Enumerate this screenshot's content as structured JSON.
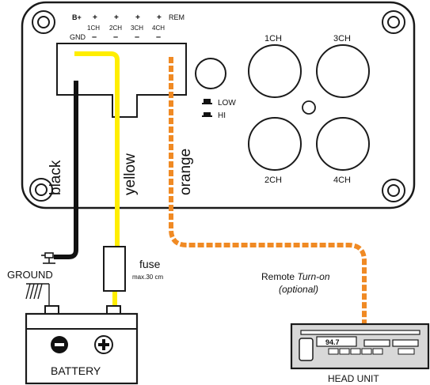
{
  "terminals": {
    "top_row": [
      "B+",
      "+",
      "+",
      "+",
      "+",
      "REM"
    ],
    "channels": [
      "1CH",
      "2CH",
      "3CH",
      "4CH"
    ],
    "gnd": "GND",
    "minus": "–"
  },
  "switch": {
    "low": "LOW",
    "hi": "HI"
  },
  "speakers": [
    "1CH",
    "3CH",
    "2CH",
    "4CH"
  ],
  "wires": {
    "black": "black",
    "yellow": "yellow",
    "orange": "orange"
  },
  "fuse": {
    "label": "fuse",
    "note": "max.30 cm"
  },
  "ground": {
    "label": "GROUND"
  },
  "battery": {
    "label": "BATTERY",
    "neg_symbol": "–",
    "pos_symbol": "+"
  },
  "remote": {
    "line1": "Remote",
    "line1_em": "Turn-on",
    "line2": "(optional)"
  },
  "head_unit": {
    "label": "HEAD UNIT",
    "display": "94.7"
  },
  "colors": {
    "black_wire": "#111111",
    "yellow_wire": "#ffee00",
    "orange_wire": "#f08a24",
    "outline": "#1a1a1a",
    "unit_fill": "#d8d8d8"
  }
}
